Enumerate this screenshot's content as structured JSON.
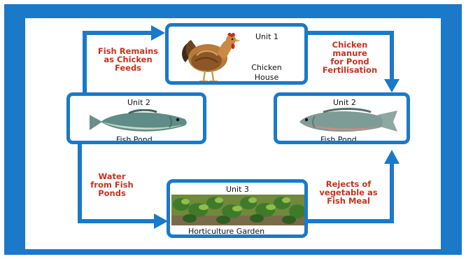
{
  "colors": {
    "frame": "#1a79c9",
    "arrow": "#1a79c9",
    "label_text": "#c8321e"
  },
  "nodes": {
    "chicken_house": {
      "unit": "Unit 1",
      "name": "Chicken\nHouse",
      "icon": "chicken-icon"
    },
    "fish_pond_left": {
      "unit": "Unit 2",
      "name": "Fish Pond",
      "icon": "fish-icon"
    },
    "fish_pond_right": {
      "unit": "Unit 2",
      "name": "Fish Pond",
      "icon": "fish-icon"
    },
    "horticulture_garden": {
      "unit": "Unit 3",
      "name": "Horticulture Garden",
      "icon": "vegetable-garden-icon"
    }
  },
  "flows": {
    "fish_remains": "Fish Remains\nas Chicken\nFeeds",
    "chicken_manure": "Chicken\nmanure\nfor Pond\nFertilisation",
    "water_from_fish": "Water\nfrom Fish\nPonds",
    "rejects_vegetable": "Rejects of\nvegetable as\nFish Meal"
  }
}
